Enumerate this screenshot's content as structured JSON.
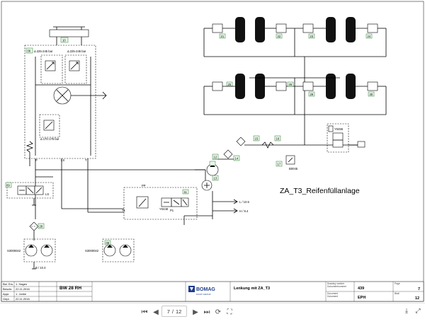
{
  "diagram": {
    "title": "ZA_T3_Reifenfüllanlage",
    "pressure_labels": {
      "p1": "Δ 225-245 bar",
      "p2": "Δ 225-245 bar",
      "p3": "Δ 170-175 bar"
    },
    "component_tags": {
      "top_block": "10",
      "big_block": "06",
      "valve_main": "07",
      "stick": "09",
      "pump_right": "08",
      "selector": "13",
      "t12": "12",
      "t14": "14",
      "t15": "15",
      "t16": "16",
      "t17": "17",
      "t11": "11",
      "rel_valve": "28",
      "wheel_tl": "25",
      "wheel_tr": "26",
      "wheel_bl": "29",
      "wheel_br": "30",
      "wheel_tl2": "21",
      "wheel_tr2": "22",
      "wheel_bl2": "23",
      "wheel_br2": "24"
    },
    "sensor_labels": {
      "s1": "B0045",
      "s2": "Y0455",
      "s3": "Y0448",
      "m1": "S3000042",
      "m2": "S3000042"
    },
    "port_labels": {
      "ls": "LS",
      "p": "P",
      "t": "T",
      "l": "L",
      "t1": "T1",
      "p1": "P1",
      "out_l": "L / 10.5",
      "out_h": "H / 9.4",
      "bottom": "B / 10.4"
    }
  },
  "title_block": {
    "col_labels": [
      "Bst. Ers.",
      "Beschr.",
      "Appr.",
      "Gepr."
    ],
    "rows": [
      {
        "label": "1. Hagen",
        "date": "22.11.2016"
      },
      {
        "label": "1. Jonke",
        "date": "22.11.2016"
      }
    ],
    "model": "BW 28 RH",
    "brand": "BOMAG",
    "brand_sub": "FAYAT GROUP",
    "sheet_title": "Lenkung mit ZA_T3",
    "doc_labels": [
      "Drawing number",
      "Dokumentnummer",
      "Document",
      "Dokument"
    ],
    "doc_number": "439",
    "doc_code": "EPH",
    "page_label": "Page",
    "page_label2": "Blatt",
    "page_value": "7",
    "pages_value": "12"
  },
  "toolbar": {
    "current_page": "7",
    "separator": "/",
    "total_pages": "12"
  }
}
